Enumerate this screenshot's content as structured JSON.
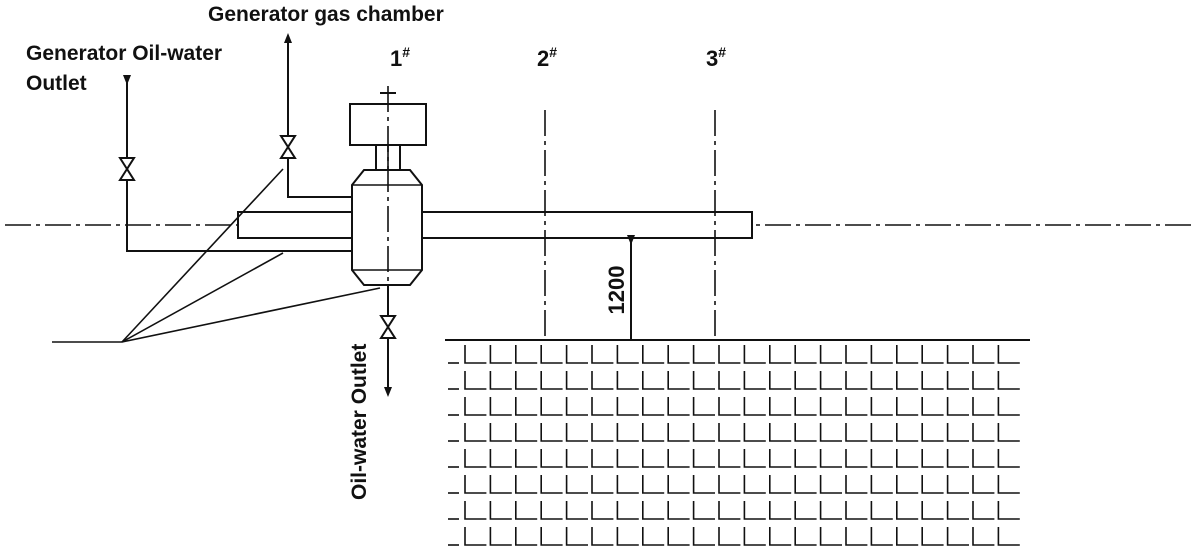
{
  "labels": {
    "gas_chamber": "Generator gas chamber",
    "oil_water_outlet_top_line1": "Generator Oil-water",
    "oil_water_outlet_top_line2": "Outlet",
    "oil_water_outlet_bottom": "Oil-water Outlet",
    "dimension": "1200"
  },
  "points": [
    {
      "num": "1",
      "mark": "#"
    },
    {
      "num": "2",
      "mark": "#"
    },
    {
      "num": "3",
      "mark": "#"
    }
  ]
}
